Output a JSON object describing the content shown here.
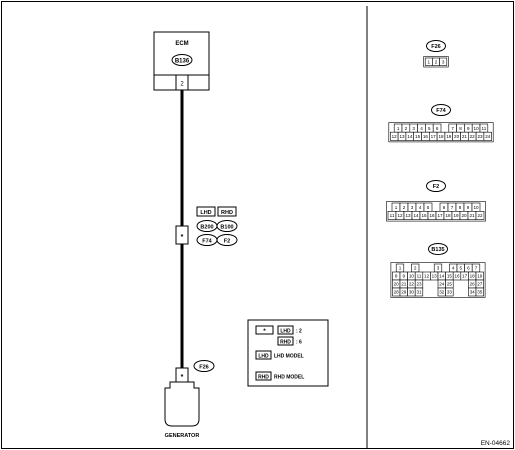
{
  "ecm": {
    "title": "ECM",
    "connector": "B136",
    "pin": "2"
  },
  "joint": {
    "pin": "*",
    "lhd": "LHD",
    "rhd": "RHD",
    "connectors": [
      "B200",
      "B100",
      "F74",
      "F2"
    ]
  },
  "generator": {
    "label": "GENERATOR",
    "connector": "F26",
    "pin": "*"
  },
  "legend": {
    "star": "*",
    "lhd": "LHD",
    "rhd": "RHD",
    "lhd_pin": ": 2",
    "rhd_pin": ": 6",
    "lhd_model": "LHD MODEL",
    "rhd_model": "RHD MODEL"
  },
  "connectors": [
    {
      "name": "F26",
      "rows": [
        [
          "1",
          "2",
          "3"
        ]
      ]
    },
    {
      "name": "F74",
      "rows": [
        [
          "1",
          "2",
          "3",
          "4",
          "5",
          "6",
          "",
          "7",
          "8",
          "9",
          "10",
          "11"
        ],
        [
          "12",
          "13",
          "14",
          "15",
          "16",
          "17",
          "18",
          "19",
          "20",
          "21",
          "22",
          "23",
          "24"
        ]
      ]
    },
    {
      "name": "F2",
      "rows": [
        [
          "1",
          "2",
          "3",
          "4",
          "5",
          "",
          "6",
          "7",
          "8",
          "9",
          "10"
        ],
        [
          "11",
          "12",
          "13",
          "14",
          "15",
          "16",
          "17",
          "18",
          "19",
          "20",
          "21",
          "22"
        ]
      ]
    },
    {
      "name": "B135",
      "rows": [
        [
          "1",
          "",
          "2",
          "",
          "",
          "3",
          "",
          "4",
          "5",
          "6",
          "7"
        ],
        [
          "8",
          "9",
          "10",
          "11",
          "12",
          "13",
          "14",
          "15",
          "16",
          "17",
          "18",
          "19"
        ],
        [
          "20",
          "21",
          "22",
          "23",
          "",
          "",
          "24",
          "25",
          "",
          "",
          "26",
          "27"
        ],
        [
          "28",
          "29",
          "30",
          "31",
          "",
          "",
          "32",
          "33",
          "",
          "",
          "34",
          "35"
        ]
      ]
    }
  ],
  "code": "EN-04662"
}
